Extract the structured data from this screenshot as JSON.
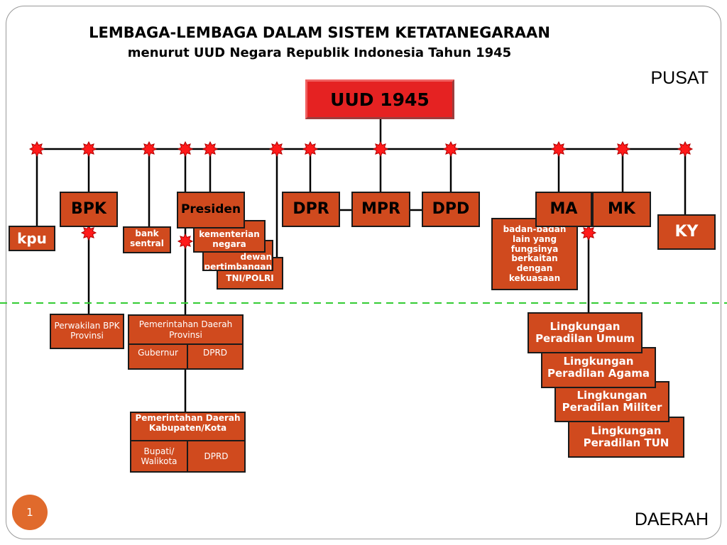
{
  "title": "LEMBAGA-LEMBAGA DALAM SISTEM  KETATANEGARAAN",
  "subtitle": "menurut UUD Negara Republik Indonesia Tahun 1945",
  "pusat": "PUSAT",
  "daerah": "DAERAH",
  "slide_number": "1",
  "root": "UUD 1945",
  "colors": {
    "box": "#d04a1e",
    "root": "#e52222",
    "marker": "#ff1a1a",
    "divider": "#33cc33"
  },
  "nodes": {
    "kpu": "kpu",
    "bpk": "BPK",
    "bank": "bank sentral",
    "presiden": "Presiden",
    "kementerian": "kementerian negara",
    "dewan": "dewan pertimbangan",
    "tni": "TNI/POLRI",
    "dpr": "DPR",
    "mpr": "MPR",
    "dpd": "DPD",
    "ma": "MA",
    "mk": "MK",
    "ky": "KY",
    "badan": "badan-badan lain yang fungsinya berkaitan dengan kekuasaan",
    "umum": "Lingkungan Peradilan Umum",
    "agama": "Lingkungan Peradilan Agama",
    "militer": "Lingkungan Peradilan Militer",
    "tun": "Lingkungan Peradilan TUN"
  },
  "daerah_nodes": {
    "perwakilan": "Perwakilan BPK Provinsi",
    "pemprov": "Pemerintahan Daerah Provinsi",
    "gubernur": "Gubernur",
    "dprd1": "DPRD",
    "pemkab": "Pemerintahan Daerah Kabupaten/Kota",
    "bupati": "Bupati/ Walikota",
    "dprd2": "DPRD"
  }
}
